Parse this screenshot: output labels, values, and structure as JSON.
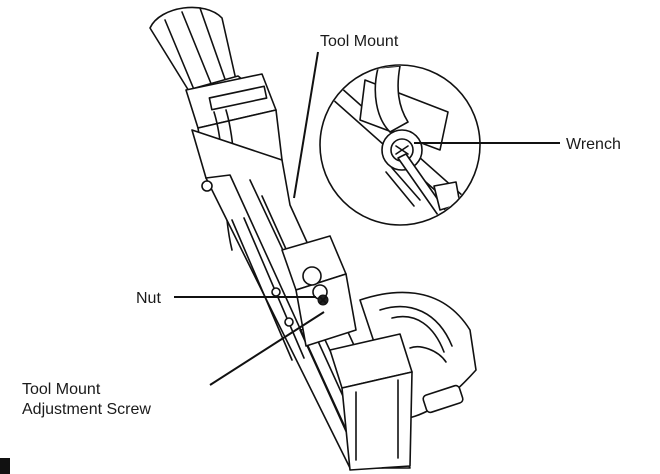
{
  "diagram": {
    "labels": {
      "tool_mount": "Tool Mount",
      "wrench": "Wrench",
      "nut": "Nut",
      "adjustment_screw_line1": "Tool Mount",
      "adjustment_screw_line2": "Adjustment Screw"
    }
  }
}
